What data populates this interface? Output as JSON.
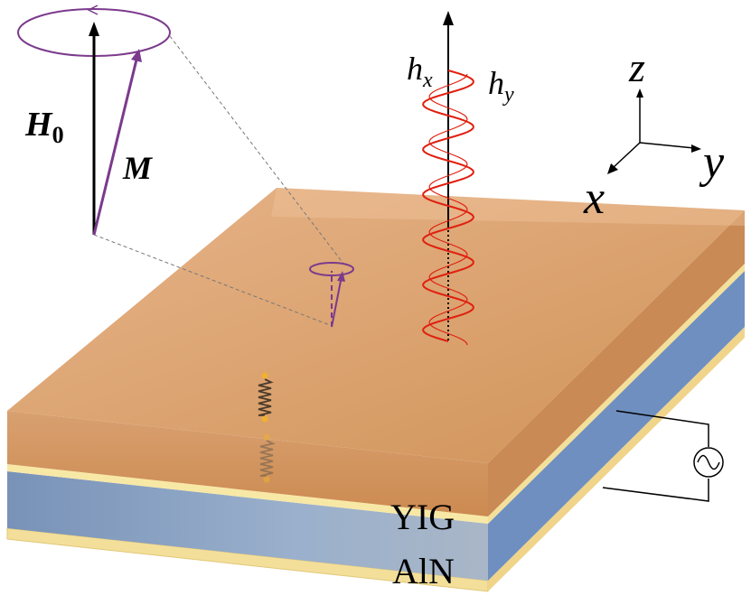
{
  "labels": {
    "h0": "H",
    "h0_sub": "0",
    "m": "M",
    "hx": "h",
    "hx_sub": "x",
    "hy": "h",
    "hy_sub": "y",
    "axis_z": "z",
    "axis_y": "y",
    "axis_x": "x",
    "layer_top": "YIG",
    "layer_bottom": "AlN"
  },
  "colors": {
    "yig": "#d89a62",
    "aln": "#8aa2c4",
    "electrode": "#f6e6a6",
    "precession": "#7b3a8c",
    "rf_field": "#e02010",
    "axes": "#000000"
  },
  "icons": {
    "source": "ac-source-icon",
    "phonon": "spring-icon"
  }
}
